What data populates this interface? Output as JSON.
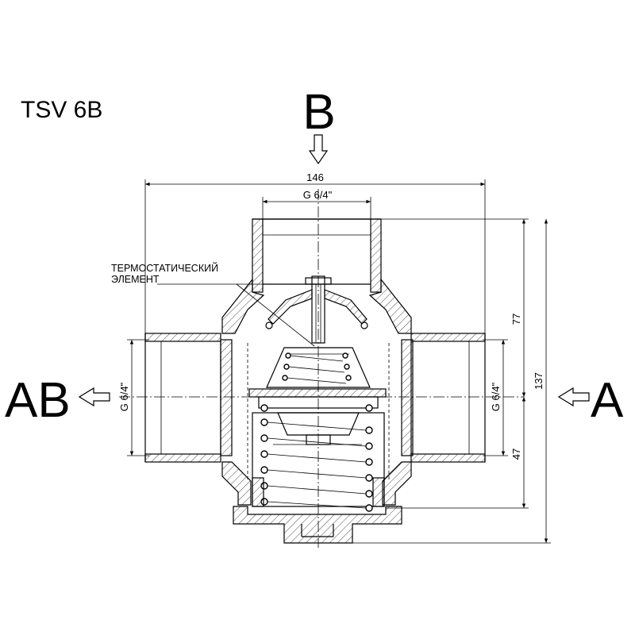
{
  "model": "TSV 6B",
  "ports": {
    "top": "B",
    "left": "AB",
    "right": "A"
  },
  "dimensions": {
    "overall_width": "146",
    "top_thread": "G 6/4\"",
    "left_thread": "G 6/4\"",
    "right_thread": "G 6/4\"",
    "upper_height": "77",
    "lower_height": "47",
    "overall_height": "137"
  },
  "callout": {
    "line1": "ТЕРМОСТАТИЧЕСКИЙ",
    "line2": "ЭЛЕМЕНТ"
  },
  "icons": {
    "flow_arrow_top": "arrow-down-icon",
    "flow_arrow_left": "arrow-left-icon",
    "flow_arrow_right": "arrow-left-icon"
  }
}
